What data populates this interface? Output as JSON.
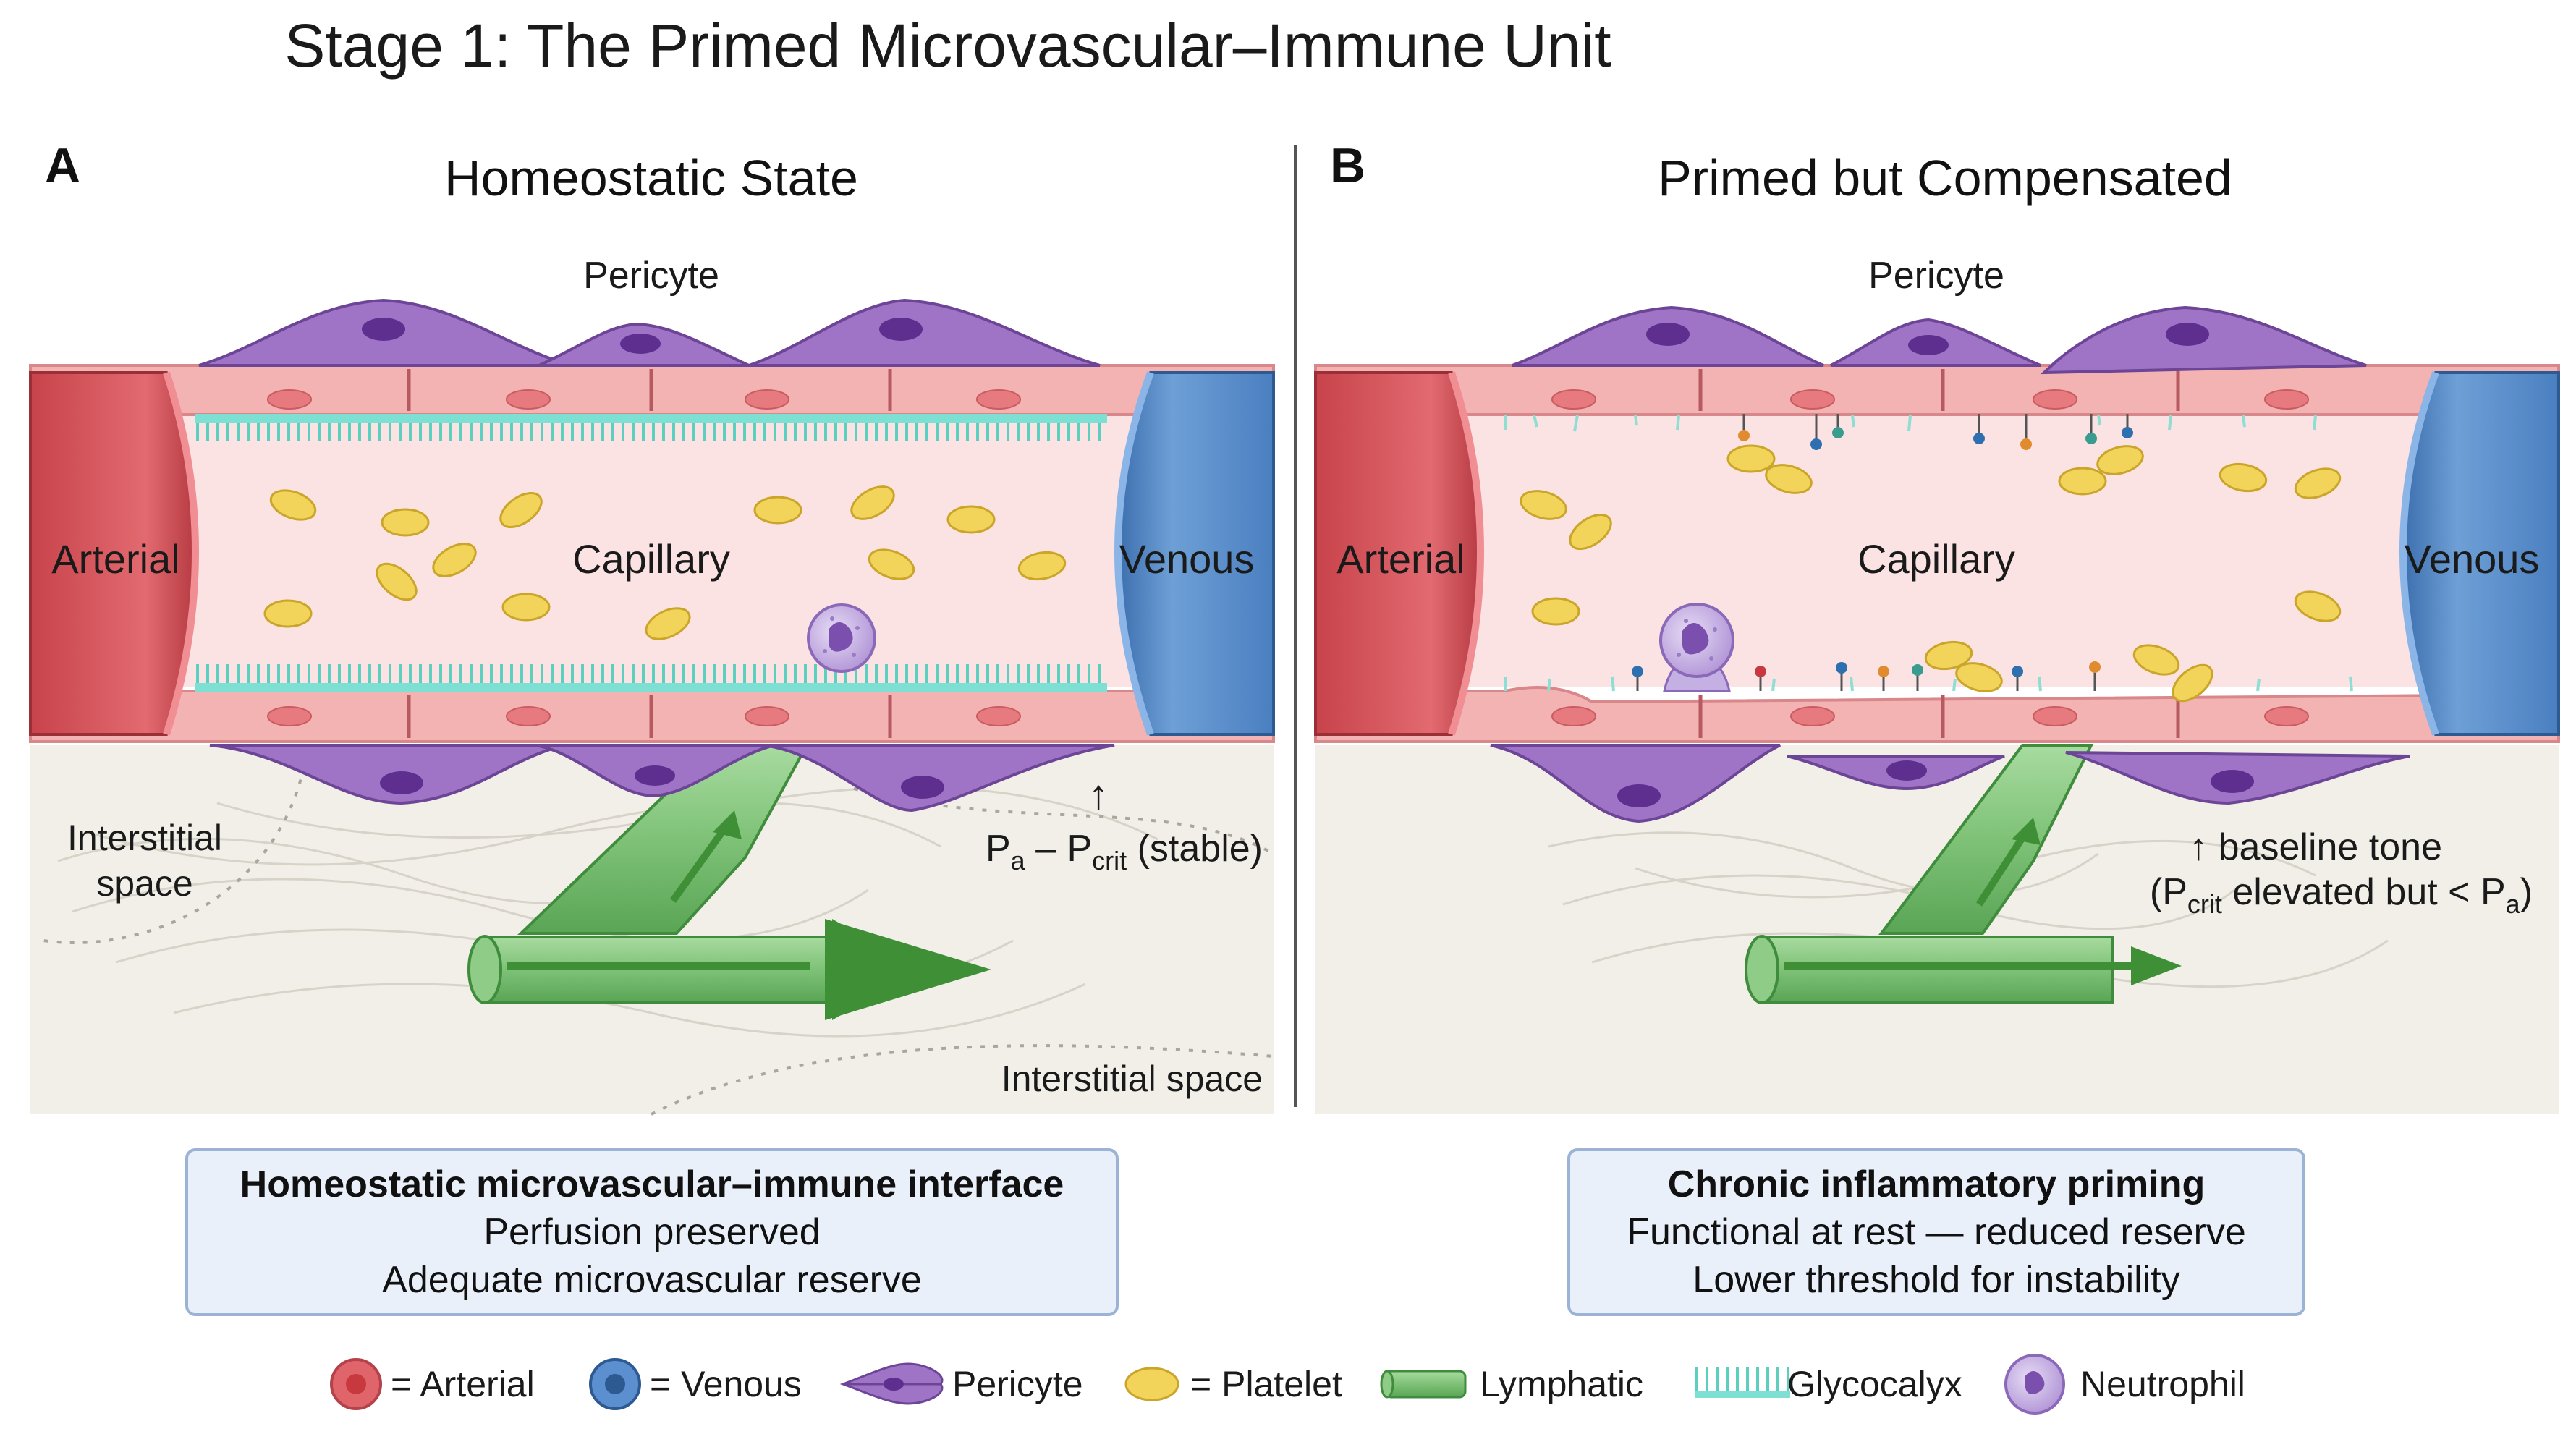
{
  "title": "Stage 1: The Primed Microvascular–Immune Unit",
  "panels": [
    {
      "letter": "A",
      "heading": "Homeostatic State",
      "labels": {
        "pericyte": "Pericyte",
        "arterial": "Arterial",
        "capillary": "Capillary",
        "venous": "Venous",
        "interstitial_left_1": "Interstitial",
        "interstitial_left_2": "space",
        "interstitial_right": "Interstitial space",
        "pressure_arrow": "↑",
        "pressure_note_pa": "P",
        "pressure_note_a_sub": "a",
        "pressure_note_dash": " – P",
        "pressure_note_crit_sub": "crit",
        "pressure_note_tail": " (stable)"
      },
      "caption": {
        "title": "Homeostatic microvascular–immune interface",
        "line1": "Perfusion preserved",
        "line2": "Adequate microvascular reserve"
      }
    },
    {
      "letter": "B",
      "heading": "Primed but Compensated",
      "labels": {
        "pericyte": "Pericyte",
        "arterial": "Arterial",
        "capillary": "Capillary",
        "venous": "Venous",
        "tone_line1": "↑ baseline tone",
        "tone_open": "(P",
        "tone_crit_sub": "crit",
        "tone_mid": " elevated but < P",
        "tone_a_sub": "a",
        "tone_close": ")"
      },
      "caption": {
        "title": "Chronic inflammatory priming",
        "line1": "Functional at rest — reduced reserve",
        "line2": "Lower threshold for instability"
      }
    }
  ],
  "legend": [
    {
      "icon": "arterial-icon",
      "label": "= Arterial"
    },
    {
      "icon": "venous-icon",
      "label": "= Venous"
    },
    {
      "icon": "pericyte-icon",
      "label": "Pericyte"
    },
    {
      "icon": "platelet-icon",
      "label": "= Platelet"
    },
    {
      "icon": "lymphatic-icon",
      "label": "Lymphatic"
    },
    {
      "icon": "glycocalyx-icon",
      "label": "Glycocalyx"
    },
    {
      "icon": "neutrophil-icon",
      "label": "Neutrophil"
    }
  ],
  "colors": {
    "arterial": "#d9535b",
    "venous": "#4f86c6",
    "endothelium": "#f3b3b3",
    "lumen": "#fbe3e3",
    "pericyte": "#9f73c6",
    "platelet": "#f2d45a",
    "lymphatic": "#6fb86a",
    "glycocalyx": "#66d6c6",
    "neutrophil": "#b69ad8",
    "interstitium": "#f1efe8"
  }
}
